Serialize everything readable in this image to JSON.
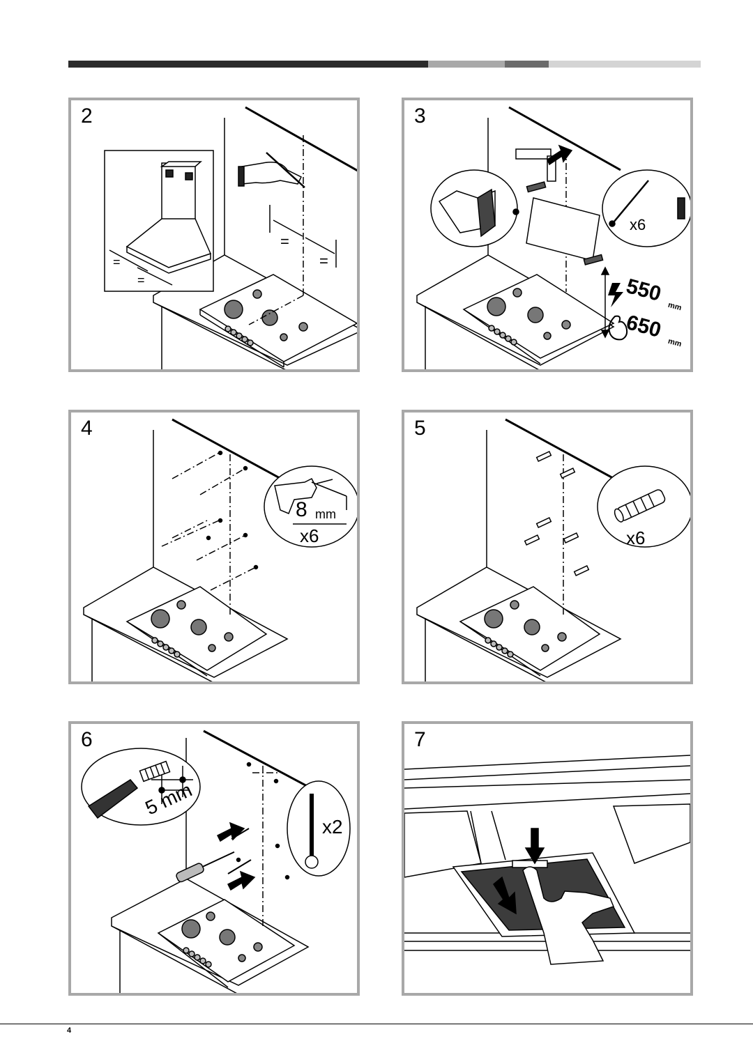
{
  "header_bar": {
    "segments": [
      {
        "color": "#2b2b2b",
        "fraction": 0.569
      },
      {
        "color": "#a9a9a9",
        "fraction": 0.121
      },
      {
        "color": "#6b6b6b",
        "fraction": 0.069
      },
      {
        "color": "#d4d4d4",
        "fraction": 0.241
      }
    ]
  },
  "panels": [
    {
      "step": "2",
      "labels": {
        "eq1": "=",
        "eq2": "=",
        "eq3": "=",
        "eq4": "="
      }
    },
    {
      "step": "3",
      "labels": {
        "count": "x6",
        "dist_electric": "550",
        "dist_gas": "650",
        "unit1": "mm",
        "unit2": "mm"
      }
    },
    {
      "step": "4",
      "labels": {
        "drill": "8",
        "drill_unit": "mm",
        "count": "x6"
      }
    },
    {
      "step": "5",
      "labels": {
        "count": "x6"
      }
    },
    {
      "step": "6",
      "labels": {
        "size": "5 mm",
        "count": "x2"
      }
    },
    {
      "step": "7",
      "labels": {}
    }
  ],
  "footer": {
    "page_number": "4"
  },
  "icons": [
    "hand-pencil-icon",
    "drill-icon",
    "wall-plug-icon",
    "screw-icon",
    "screwdriver-icon",
    "arrow-icon",
    "lightning-icon",
    "flame-icon",
    "filter-icon"
  ]
}
